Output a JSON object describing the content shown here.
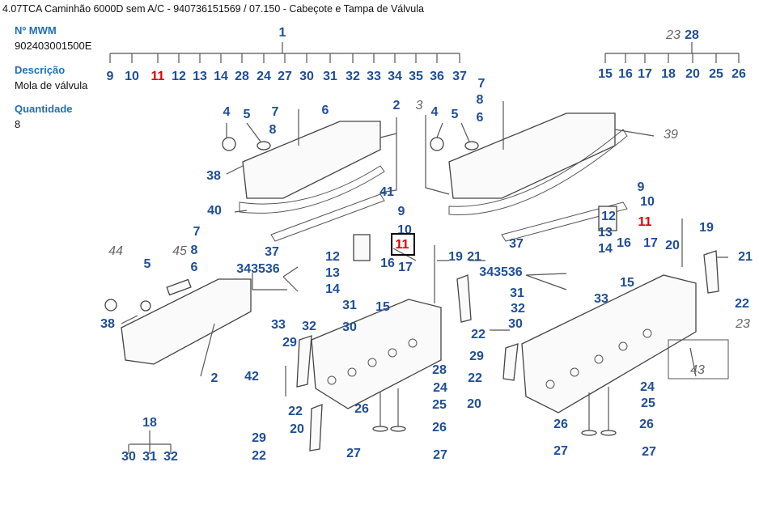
{
  "header": {
    "title": "4.07TCA Caminhão 6000D sem A/C - 940736151569  /  07.150 - Cabeçote e Tampa de Válvula"
  },
  "part_info": {
    "mwm_label": "Nº MWM",
    "mwm_value": "902403001500E",
    "description_label": "Descrição",
    "description_value": "Mola de válvula",
    "quantity_label": "Quantidade",
    "quantity_value": "8"
  },
  "selected_callout": "11",
  "colors": {
    "callout": "#1f4e96",
    "selected": "#e00000",
    "label": "#1f6fb5"
  },
  "trees": [
    {
      "root": "1",
      "children": [
        "9",
        "10",
        "11",
        "12",
        "13",
        "14",
        "28",
        "24",
        "27",
        "30",
        "31",
        "32",
        "33",
        "34",
        "35",
        "36",
        "37"
      ]
    },
    {
      "root_secondary": "23",
      "root": "28",
      "children": [
        "15",
        "16",
        "17",
        "18",
        "20",
        "25",
        "26"
      ]
    },
    {
      "root": "18",
      "children": [
        "30",
        "31",
        "32"
      ]
    }
  ],
  "callouts": [
    "4",
    "5",
    "7",
    "6",
    "8",
    "2",
    "38",
    "40",
    "41",
    "9",
    "10",
    "11",
    "7",
    "8",
    "6",
    "44",
    "45",
    "5",
    "37",
    "343536",
    "12",
    "13",
    "14",
    "16",
    "17",
    "19",
    "21",
    "31",
    "15",
    "33",
    "32",
    "30",
    "38",
    "2",
    "29",
    "42",
    "28",
    "24",
    "22",
    "25",
    "20",
    "26",
    "26",
    "29",
    "22",
    "27",
    "27",
    "22",
    "3",
    "4",
    "5",
    "7",
    "8",
    "6",
    "39",
    "9",
    "10",
    "12",
    "11",
    "13",
    "14",
    "16",
    "17",
    "20",
    "19",
    "21",
    "37",
    "343536",
    "15",
    "31",
    "33",
    "32",
    "30",
    "22",
    "23",
    "29",
    "22",
    "43",
    "20",
    "24",
    "25",
    "26",
    "26",
    "27",
    "27"
  ]
}
